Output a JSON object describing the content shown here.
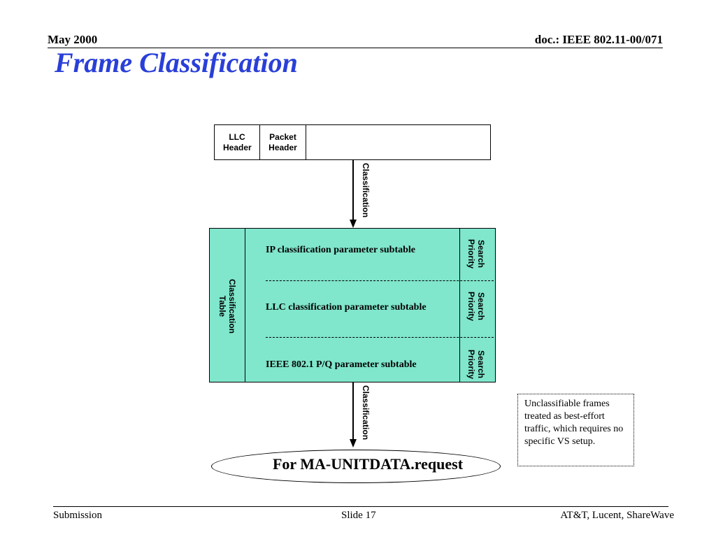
{
  "header": {
    "date": "May 2000",
    "doc": "doc.: IEEE 802.11-00/071"
  },
  "slide_title": "Frame Classification",
  "packet": {
    "llc_header": "LLC Header",
    "packet_header": "Packet Header"
  },
  "arrow_label_top": "Classification",
  "arrow_label_bottom": "Classification",
  "classification_table": {
    "label": "Classification Table",
    "subtables": [
      "IP classification parameter subtable",
      "LLC classification parameter subtable",
      "IEEE 802.1 P/Q parameter subtable"
    ],
    "dashes": "------------------------------------------------------------",
    "priority_label": "Search Priority"
  },
  "target": "For MA-UNITDATA.request",
  "note": "Unclassifiable frames treated as best-effort traffic, which requires no specific VS setup.",
  "footer": {
    "left": "Submission",
    "center": "Slide 17",
    "right": "AT&T, Lucent, ShareWave"
  },
  "colors": {
    "title": "#2a3fd8",
    "table_fill": "#80e6cc"
  }
}
